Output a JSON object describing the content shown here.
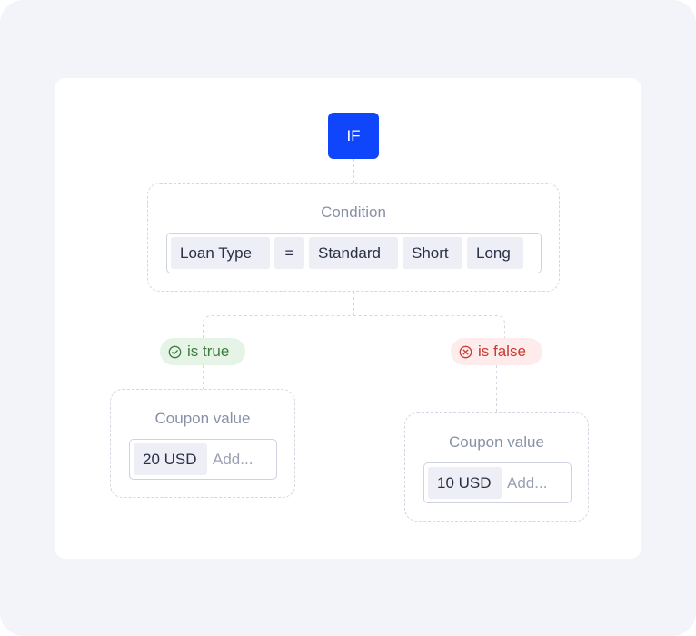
{
  "if_node": {
    "label": "IF"
  },
  "condition": {
    "title": "Condition",
    "field": "Loan Type",
    "operator": "=",
    "values": [
      "Standard",
      "Short",
      "Long"
    ]
  },
  "branches": {
    "true": {
      "badge_label": "is true",
      "badge_icon": "check-circle-icon",
      "badge_color": "#3d7b3e",
      "box_title": "Coupon value",
      "value": "20 USD",
      "placeholder": "Add..."
    },
    "false": {
      "badge_label": "is false",
      "badge_icon": "x-circle-icon",
      "badge_color": "#cc3a31",
      "box_title": "Coupon value",
      "value": "10 USD",
      "placeholder": "Add..."
    }
  },
  "colors": {
    "accent": "#1046fb",
    "background": "#f3f3fa",
    "true_bg": "#e5f4e6",
    "false_bg": "#fdeceb"
  }
}
